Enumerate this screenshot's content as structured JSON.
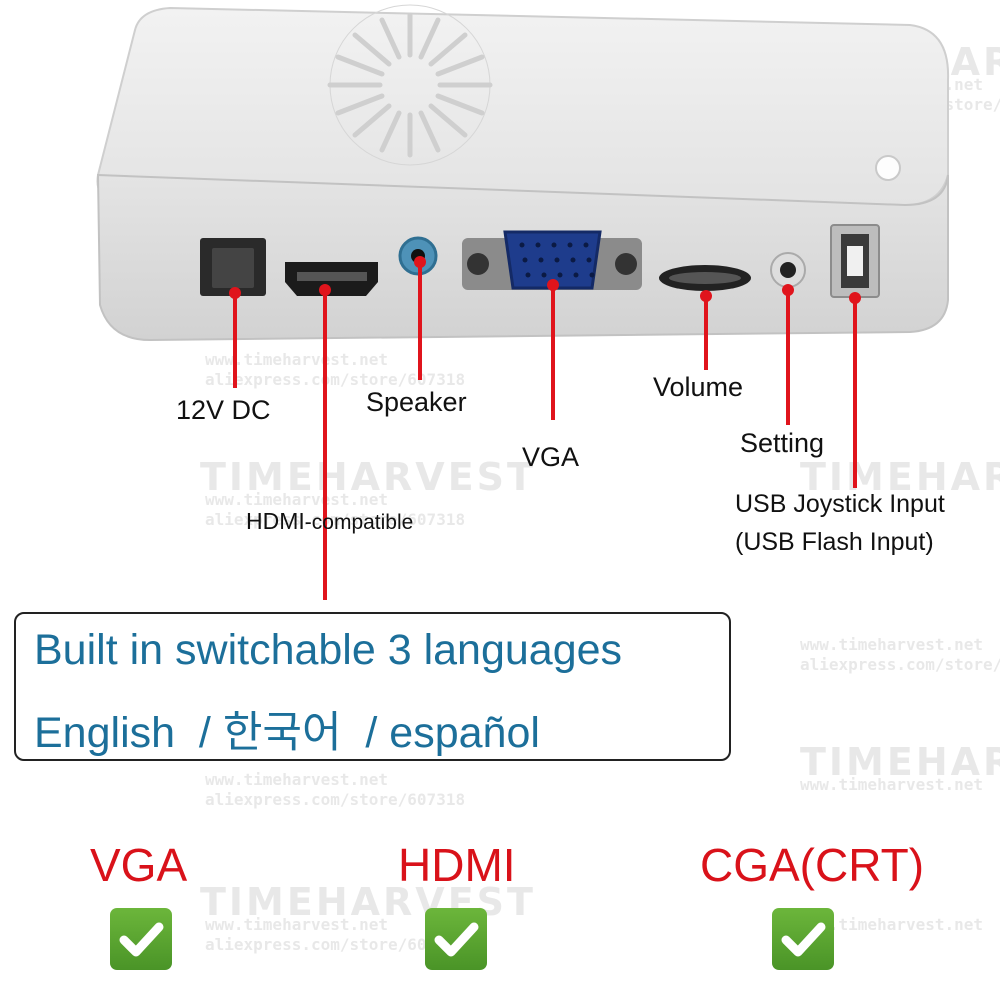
{
  "watermark": {
    "brand": "TIMEHARVEST",
    "url1": "www.timeharvest.net",
    "url2": "aliexpress.com/store/607318"
  },
  "ports": {
    "dc": "12V DC",
    "hdmi": "HDMI",
    "hdmi_suffix": "-compatible",
    "speaker": "Speaker",
    "vga": "VGA",
    "volume": "Volume",
    "setting": "Setting",
    "usb_line1": "USB Joystick Input",
    "usb_line2": "(USB Flash Input)"
  },
  "languages": {
    "headline": "Built in switchable 3 languages",
    "list": "English  / 한국어  / español"
  },
  "outputs": [
    {
      "label": "VGA",
      "status": "check"
    },
    {
      "label": "HDMI",
      "status": "check"
    },
    {
      "label": "CGA(CRT)",
      "status": "check"
    }
  ],
  "colors": {
    "accent_red": "#d9121a",
    "language_blue": "#1c6f9a",
    "check_green": "#5ba532",
    "device_body": "#e6e6e6"
  }
}
